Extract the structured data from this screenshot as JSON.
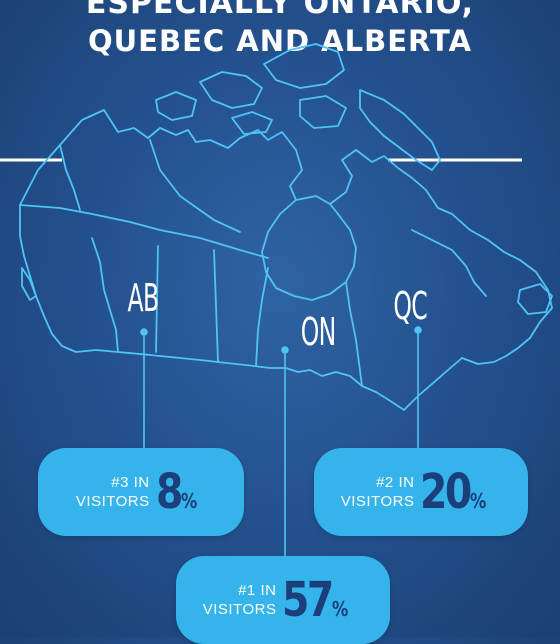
{
  "headline": {
    "line1": "ESPECIALLY ONTARIO,",
    "line2": "QUEBEC AND ALBERTA"
  },
  "provinces": {
    "ab": "AB",
    "on": "ON",
    "qc": "QC"
  },
  "stats": {
    "ab": {
      "rank": "#3 IN",
      "label": "VISITORS",
      "value": "8",
      "unit": "%"
    },
    "qc": {
      "rank": "#2 IN",
      "label": "VISITORS",
      "value": "20",
      "unit": "%"
    },
    "on": {
      "rank": "#1 IN",
      "label": "VISITORS",
      "value": "57",
      "unit": "%"
    }
  },
  "colors": {
    "background": "#24528f",
    "map_outline": "#4fc3f7",
    "badge": "#35b4ec",
    "badge_value": "#1b3f7a"
  }
}
